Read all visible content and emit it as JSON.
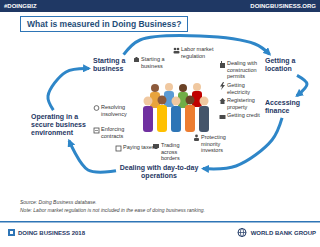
{
  "diagram": {
    "title": "What is measured in Doing Business?",
    "nodes": [
      {
        "text": [
          "Starting a business"
        ]
      },
      {
        "text": [
          "Getting a location"
        ]
      },
      {
        "text": [
          "Accessing finance"
        ]
      },
      {
        "text": [
          "Dealing with day-to-day operations"
        ]
      },
      {
        "text": [
          "Operating in a secure business environment"
        ]
      }
    ],
    "edges": [
      {
        "from": 0,
        "to": 1,
        "arrow": "to"
      },
      {
        "from": 1,
        "to": 2,
        "arrow": "to"
      },
      {
        "from": 2,
        "to": 3,
        "arrow": "to"
      },
      {
        "from": 3,
        "to": 4,
        "arrow": "to"
      },
      {
        "from": 4,
        "to": 0,
        "arrow": "to"
      }
    ],
    "labels": [
      "#DOINGBIZ",
      "DOINGBUSINESS.ORG",
      "Starting a business",
      "Labor market regulation",
      "Dealing with construction permits",
      "Getting electricity",
      "Registering property",
      "Getting credit",
      "Protecting minority investors",
      "Trading across borders",
      "Paying taxes",
      "Enforcing contracts",
      "Resolving insolvency",
      "Source: Doing Business database.",
      "Note: Labor market regulation is not included in the ease of doing business ranking.",
      "DOING BUSINESS 2018",
      "WORLD BANK GROUP"
    ]
  }
}
